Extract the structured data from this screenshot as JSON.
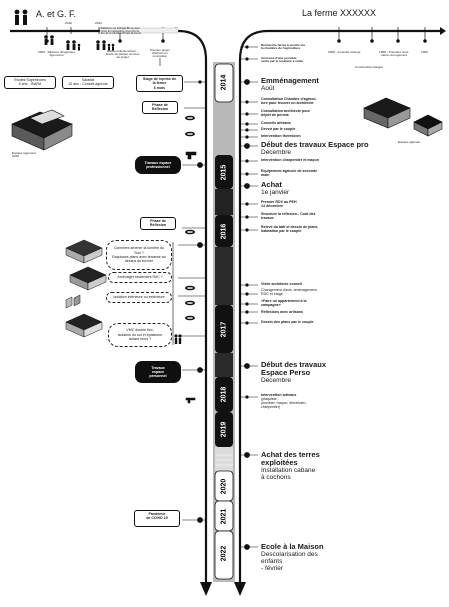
{
  "top": {
    "left_title": "A. et G. F.",
    "right_title": "La ferme XXXXXX",
    "left_years": [
      "2010",
      "2012"
    ],
    "left_events": [
      "2003 - Diplome d'Ingénieur\nAgronome",
      "Elément déclencheur -\nEnvie de passer du rêve\nau projet",
      "Premier projet\nd'achat non\nconcrétisé"
    ],
    "left_note": "Réflexion sur le projet de vie avec\nchoix de l'acquisition d'une ferme,\nlieu de la transition/Projet de ferme",
    "right_events": [
      "Recherche ferme à vendre via\nla chambre de l'agriculture",
      "Annonce d'une possible\nvente par le locataire à céder"
    ],
    "right_small_events": [
      "2009 - Incendie Grange",
      "1968 - Première réno-\nvation du logement",
      "1900"
    ],
    "right_sub": "Construction hangar"
  },
  "left_profile": {
    "studies": "Etudes Supérieures\n5 ans - ISARA",
    "salary": "Salariat\n10 ans - Conseil agricole",
    "house_label": "Espace logement\n2015"
  },
  "right_profile": {
    "label": "Espace agricole"
  },
  "years": [
    "2014",
    "2015",
    "2016",
    "2017",
    "2018",
    "2019",
    "2020",
    "2021",
    "2022"
  ],
  "left_boxes": {
    "stage": "Stage de reprise de\nla ferme\n6 mois",
    "phase1": "Phase de\nRéflexion",
    "travaux_pro": "Travaux espace\nprofessionnel",
    "phase2": "Phase de\nRéflexion",
    "travaux_perso": "Travaux\nespace\npersonnel",
    "pandemie": "Pandémie\nde COVID 19"
  },
  "questions": [
    "Comment amener la lumière du\nSud ?\nEsquisses plans avec terrasse au\ndessus du bûcher",
    "Aménager seulement RdC ?",
    "Isolation intérieure ou extérieure",
    "VMC double flux,\nisolation du sol et épaisseur\nisolant murs ?"
  ],
  "events": {
    "emmenagement": "Emménagement",
    "emmenagement_sub": "Août",
    "e1": "Consultation Chambre d'agricul-\nture pour trouver un architecte",
    "e2": "Consultation architecte pour\ndépôt de permis",
    "e3": "Conseils artisans",
    "e4": "Devoir par le couple",
    "e5": "Intervention thermicien",
    "debut_pro": "Début des travaux Espace pro",
    "debut_pro_sub": "Décembre",
    "e6": "Intervention charpentier et maçon",
    "e7": "Equipement agricole de seconde\nmain",
    "achat": "Achat",
    "achat_sub": "1e janvier",
    "e8": "Premier RDV au PEH\n14 décembre",
    "e9": "Structure la réflexion - Coût des\ntravaux",
    "e10": "Relevé du bâti et dessin de plans\nhabitation par le couple",
    "e11": "Visite architecte conseil",
    "e12": "Changement d'avis, aménagement\nRDC et étage",
    "e13": "«Faire un appartement à la\ncampagne»",
    "e14": "Réflexions avec artisans",
    "e15": "Dessin des plans par le couple",
    "debut_perso": "Début des travaux\nEspace Perso",
    "debut_perso_sub": "Décembre",
    "e16": "Intervention artisans",
    "e16_sub": "(plaquiste,\nplombier, maçon, électricien,\ncharpentier)",
    "terres": "Achat des terres\nexploitées",
    "terres_sub": "Installation cabane\nà cochons",
    "ecole": "Ecole à la Maison",
    "ecole_sub": "Descolarisation des\nenfants\n- février"
  },
  "colors": {
    "ink": "#111111",
    "track": "#9a9a9a",
    "paper": "#ffffff"
  }
}
